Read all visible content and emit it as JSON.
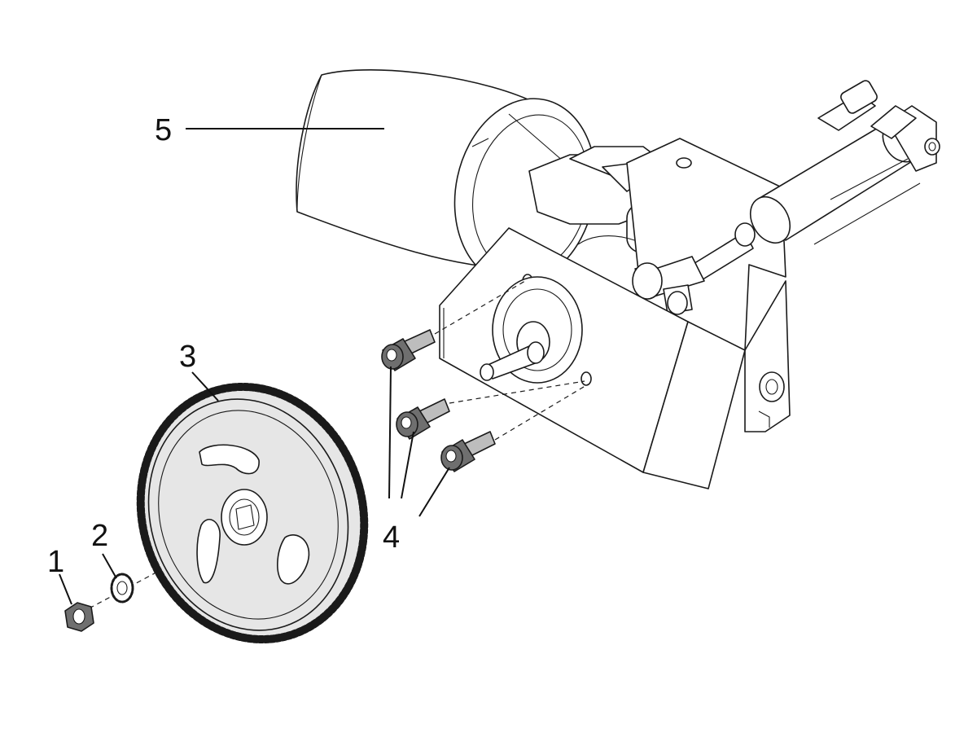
{
  "callouts": [
    {
      "id": "1",
      "label": "1",
      "part": "nut"
    },
    {
      "id": "2",
      "label": "2",
      "part": "lock-washer"
    },
    {
      "id": "3",
      "label": "3",
      "part": "gear"
    },
    {
      "id": "4",
      "label": "4",
      "part": "socket-head-screws"
    },
    {
      "id": "5",
      "label": "5",
      "part": "motor"
    }
  ],
  "colors": {
    "line": "#1a1a1a",
    "gear_fill": "#e6e6e6",
    "fastener_fill": "#6f6f6f",
    "background": "#ffffff"
  }
}
